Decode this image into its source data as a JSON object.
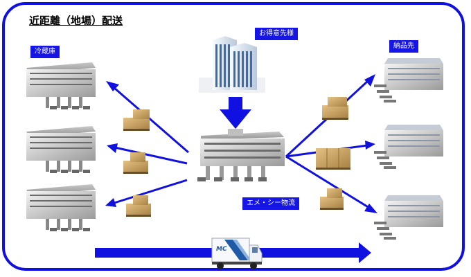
{
  "title": "近距離（地場）配送",
  "labels": {
    "cold_storage": "冷蔵庫",
    "customer": "お得意先様",
    "delivery_dest": "納品先",
    "hub": "エメ・シー物流"
  },
  "truck_logo": "MC",
  "colors": {
    "accent": "#1515e6",
    "frame": "#1010e0"
  }
}
